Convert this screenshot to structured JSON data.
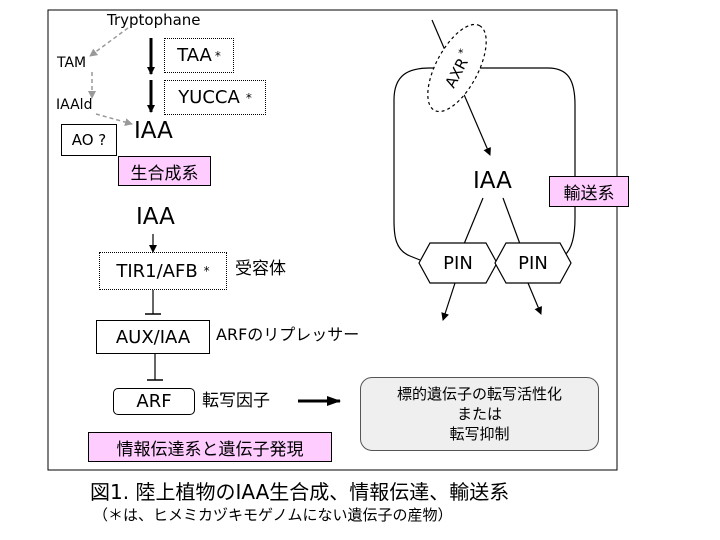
{
  "synthesis": {
    "tryptophane": "Tryptophane",
    "taa": "TAA",
    "yucca": "YUCCA",
    "tam": "TAM",
    "iaald": "IAAld",
    "ao": "AO ?",
    "iaa": "IAA",
    "star": "*",
    "label": "生合成系"
  },
  "signaling": {
    "iaa": "IAA",
    "tir1": "TIR1/AFB",
    "star": "*",
    "receptor": "受容体",
    "aux": "AUX/IAA",
    "repressor": "ARFのリプレッサー",
    "arf": "ARF",
    "tf": "転写因子",
    "target_line1": "標的遺伝子の転写活性化",
    "target_line2": "または",
    "target_line3": "転写抑制",
    "label": "情報伝達系と遺伝子発現"
  },
  "transport": {
    "axr": "AXR",
    "star": "*",
    "iaa": "IAA",
    "pin1": "PIN",
    "pin2": "PIN",
    "label": "輸送系"
  },
  "caption": {
    "title": "図1.  陸上植物のIAA生合成、情報伝達、輸送系",
    "note": "（＊は、ヒメミカヅキモゲノムにない遺伝子の産物）"
  },
  "colors": {
    "pink_label": "#ffccff",
    "target_box": "#efefef",
    "dashed_arrow": "#999999"
  }
}
